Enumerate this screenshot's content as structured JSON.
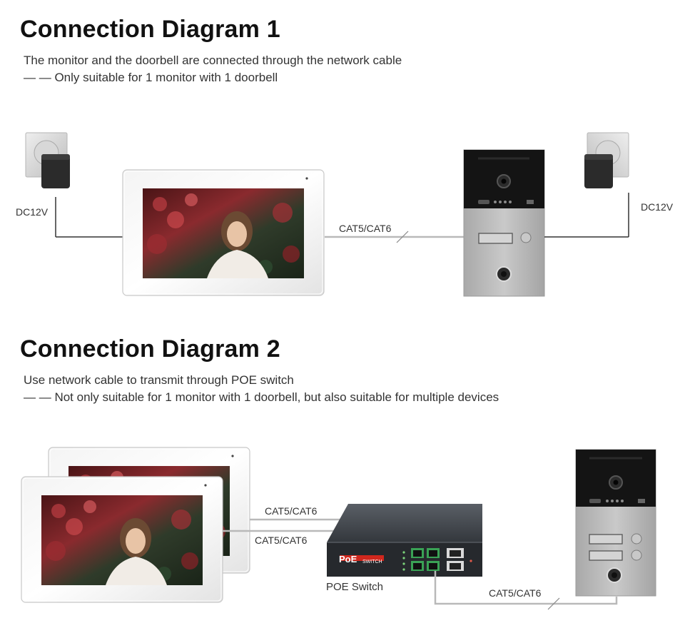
{
  "diagram1": {
    "title": "Connection Diagram 1",
    "desc_line1": "The monitor and the doorbell are connected through the network cable",
    "desc_line2": "— — Only suitable for 1 monitor with 1 doorbell",
    "power_left_label": "DC12V",
    "power_right_label": "DC12V",
    "cable_label": "CAT5/CAT6"
  },
  "diagram2": {
    "title": "Connection Diagram 2",
    "desc_line1": "Use network cable to transmit through POE switch",
    "desc_line2": "— — Not only suitable for 1 monitor with 1 doorbell, but also suitable for multiple devices",
    "cable_label_top": "CAT5/CAT6",
    "cable_label_mid": "CAT5/CAT6",
    "cable_label_bottom": "CAT5/CAT6",
    "switch_label": "POE Switch",
    "switch_logo_poe": "PoE",
    "switch_logo_word": "SWITCH"
  },
  "colors": {
    "cable": "#b9b9b9",
    "power_wire": "#333333",
    "panel_steel": "#b4b4b4",
    "panel_black": "#141414",
    "poe_red": "#d0271d"
  }
}
